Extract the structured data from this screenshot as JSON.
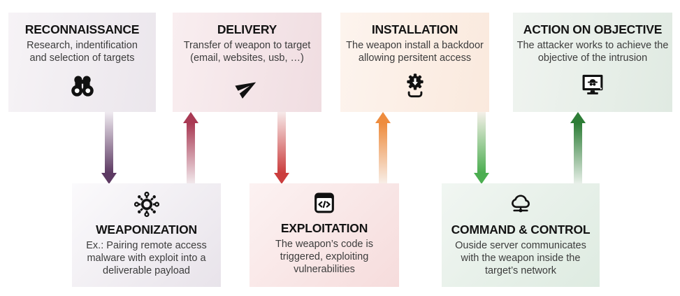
{
  "diagram": {
    "name": "cyber-kill-chain",
    "stage_count": 7
  },
  "stages": [
    {
      "title": "RECONNAISSANCE",
      "description": "Research, indentification and selection of targets",
      "icon": "binoculars-icon",
      "row": "top"
    },
    {
      "title": "DELIVERY",
      "description": "Transfer of weapon to target (email, websites, usb, …)",
      "icon": "paper-plane-icon",
      "row": "top"
    },
    {
      "title": "INSTALLATION",
      "description": "The weapon install a backdoor allowing persitent access",
      "icon": "gear-install-icon",
      "row": "top"
    },
    {
      "title": "ACTION ON OBJECTIVE",
      "description": "The attacker works to achieve the objective of the intrusion",
      "icon": "spy-monitor-icon",
      "row": "top"
    },
    {
      "title": "WEAPONIZATION",
      "description": "Ex.: Pairing remote access malware with exploit into a deliverable payload",
      "icon": "virus-icon",
      "row": "bottom"
    },
    {
      "title": "EXPLOITATION",
      "description": "The weapon’s code is triggered, exploiting vulnerabilities",
      "icon": "code-window-icon",
      "row": "bottom"
    },
    {
      "title": "COMMAND & CONTROL",
      "description": "Ouside server communicates with the weapon inside the target’s network",
      "icon": "cloud-network-icon",
      "row": "bottom"
    }
  ],
  "arrows": [
    {
      "from": "RECONNAISSANCE",
      "to": "WEAPONIZATION",
      "direction": "down",
      "color": "#5d3a63"
    },
    {
      "from": "WEAPONIZATION",
      "to": "DELIVERY",
      "direction": "up",
      "color": "#a93a54"
    },
    {
      "from": "DELIVERY",
      "to": "EXPLOITATION",
      "direction": "down",
      "color": "#cb3e3e"
    },
    {
      "from": "EXPLOITATION",
      "to": "INSTALLATION",
      "direction": "up",
      "color": "#ee8c3e"
    },
    {
      "from": "INSTALLATION",
      "to": "COMMAND & CONTROL",
      "direction": "down",
      "color": "#4cae51"
    },
    {
      "from": "COMMAND & CONTROL",
      "to": "ACTION ON OBJECTIVE",
      "direction": "up",
      "color": "#2d7d36"
    }
  ],
  "palette": {
    "background": "#ffffff",
    "title_color": "#141414",
    "text_color": "#3c3c3c",
    "icon_color": "#111111",
    "box_tints": {
      "reconnaissance": "#ebe6ec",
      "delivery": "#f0dde1",
      "installation": "#fae9dd",
      "action_on_objective": "#e0eae2",
      "weaponization": "#e8e3ea",
      "exploitation": "#f6dcdc",
      "command_and_control": "#deebe1"
    }
  }
}
